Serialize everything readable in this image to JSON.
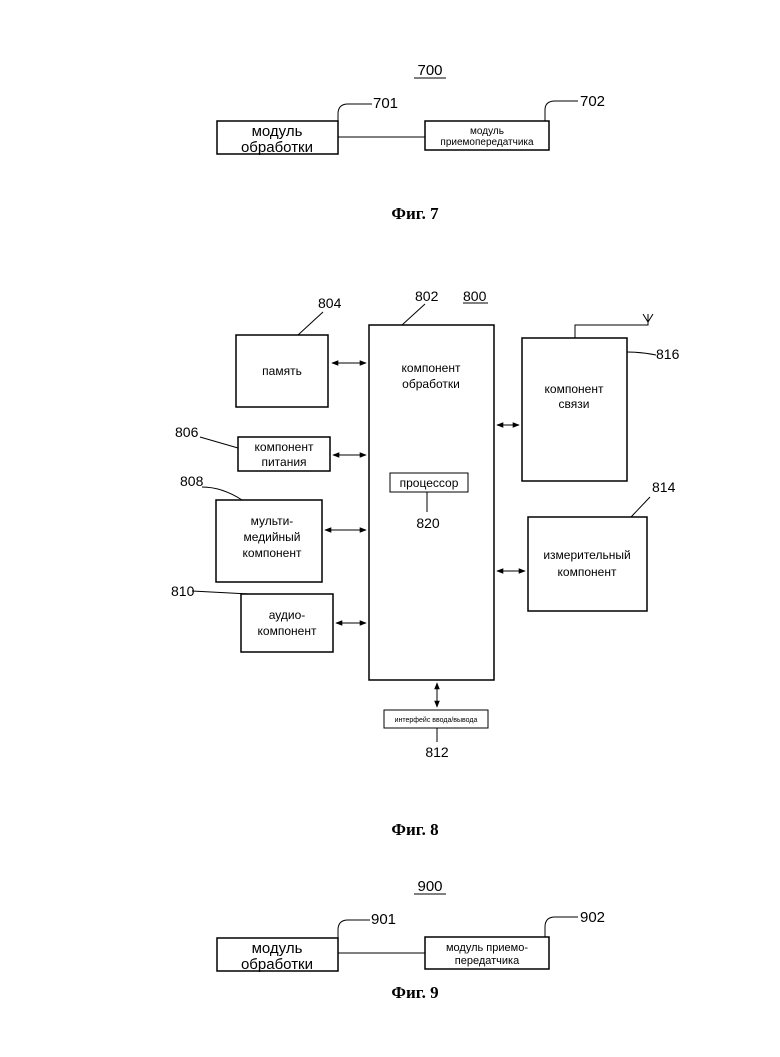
{
  "fig7": {
    "ref": "700",
    "processing_label_1": "модуль",
    "processing_label_2": "обработки",
    "processing_ref": "701",
    "transceiver_label_1": "модуль",
    "transceiver_label_2": "приемопередатчика",
    "transceiver_ref": "702",
    "caption": "Фиг. 7"
  },
  "fig8": {
    "ref": "800",
    "processing_ref": "802",
    "processing_label_1": "компонент",
    "processing_label_2": "обработки",
    "processor_label": "процессор",
    "processor_ref": "820",
    "memory_label": "память",
    "memory_ref": "804",
    "power_label_1": "компонент",
    "power_label_2": "питания",
    "power_ref": "806",
    "multimedia_label_1": "мульти-",
    "multimedia_label_2": "медийный",
    "multimedia_label_3": "компонент",
    "multimedia_ref": "808",
    "audio_label_1": "аудио-",
    "audio_label_2": "компонент",
    "audio_ref": "810",
    "io_label": "интерфейс ввода/вывода",
    "io_ref": "812",
    "sensor_label_1": "измерительный",
    "sensor_label_2": "компонент",
    "sensor_ref": "814",
    "comm_label_1": "компонент",
    "comm_label_2": "связи",
    "comm_ref": "816",
    "caption": "Фиг. 8"
  },
  "fig9": {
    "ref": "900",
    "processing_label_1": "модуль",
    "processing_label_2": "обработки",
    "processing_ref": "901",
    "transceiver_label_1": "модуль приемо-",
    "transceiver_label_2": "передатчика",
    "transceiver_ref": "902",
    "caption": "Фиг. 9"
  }
}
